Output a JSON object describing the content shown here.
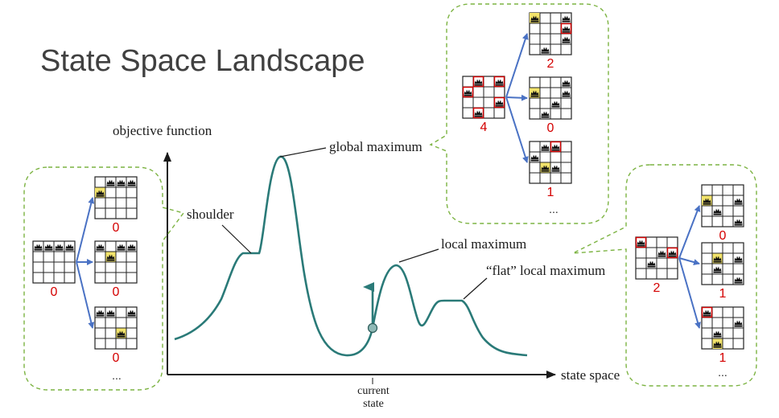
{
  "title": "State Space Landscape",
  "axes": {
    "y_label": "objective function",
    "x_label": "state space",
    "current_state": [
      "current",
      "state"
    ]
  },
  "annotations": {
    "global_maximum": "global maximum",
    "shoulder": "shoulder",
    "local_maximum": "local maximum",
    "flat_local_maximum": "“flat” local maximum"
  },
  "curve": {
    "color": "#2a7a78",
    "type": "line"
  },
  "bubbles": {
    "left": {
      "root": {
        "queens": [
          [
            0,
            0
          ],
          [
            0,
            1
          ],
          [
            0,
            2
          ],
          [
            0,
            3
          ]
        ],
        "score": "0"
      },
      "children": [
        {
          "queens": [
            [
              0,
              1
            ],
            [
              0,
              2
            ],
            [
              0,
              3
            ],
            [
              1,
              0
            ]
          ],
          "yellow": [
            1,
            0
          ],
          "red": [],
          "score": "0"
        },
        {
          "queens": [
            [
              0,
              0
            ],
            [
              0,
              2
            ],
            [
              0,
              3
            ],
            [
              1,
              1
            ]
          ],
          "yellow": [
            1,
            1
          ],
          "red": [],
          "score": "0"
        },
        {
          "queens": [
            [
              0,
              0
            ],
            [
              0,
              1
            ],
            [
              0,
              3
            ],
            [
              2,
              2
            ]
          ],
          "yellow": [
            2,
            2
          ],
          "red": [],
          "score": "0"
        }
      ],
      "more": "..."
    },
    "top": {
      "root": {
        "queens": [
          [
            0,
            1
          ],
          [
            0,
            3
          ],
          [
            1,
            0
          ],
          [
            2,
            3
          ],
          [
            3,
            1
          ]
        ],
        "red": [
          [
            0,
            1
          ],
          [
            0,
            3
          ],
          [
            1,
            0
          ],
          [
            2,
            3
          ],
          [
            3,
            1
          ]
        ],
        "score": "4"
      },
      "children": [
        {
          "queens": [
            [
              0,
              0
            ],
            [
              0,
              3
            ],
            [
              1,
              3
            ],
            [
              2,
              3
            ],
            [
              3,
              1
            ]
          ],
          "yellow": [
            0,
            0
          ],
          "red": [
            [
              1,
              3
            ]
          ],
          "score": "2"
        },
        {
          "queens": [
            [
              0,
              3
            ],
            [
              1,
              0
            ],
            [
              1,
              3
            ],
            [
              2,
              2
            ],
            [
              3,
              1
            ]
          ],
          "yellow": [
            1,
            0
          ],
          "red": [],
          "score": "0"
        },
        {
          "queens": [
            [
              0,
              1
            ],
            [
              0,
              2
            ],
            [
              1,
              0
            ],
            [
              2,
              1
            ],
            [
              2,
              2
            ]
          ],
          "yellow": [
            2,
            1
          ],
          "red": [
            [
              0,
              2
            ]
          ],
          "score": "1"
        }
      ],
      "more": "..."
    },
    "right": {
      "root": {
        "queens": [
          [
            0,
            0
          ],
          [
            1,
            2
          ],
          [
            2,
            1
          ],
          [
            1,
            3
          ]
        ],
        "red": [
          [
            0,
            0
          ],
          [
            1,
            3
          ]
        ],
        "score": "2"
      },
      "children": [
        {
          "queens": [
            [
              1,
              0
            ],
            [
              1,
              3
            ],
            [
              2,
              1
            ],
            [
              3,
              3
            ]
          ],
          "yellow": [
            1,
            0
          ],
          "red": [],
          "score": "0"
        },
        {
          "queens": [
            [
              1,
              1
            ],
            [
              1,
              3
            ],
            [
              2,
              1
            ],
            [
              3,
              3
            ]
          ],
          "yellow": [
            1,
            1
          ],
          "red": [],
          "score": "1"
        },
        {
          "queens": [
            [
              0,
              0
            ],
            [
              1,
              3
            ],
            [
              2,
              1
            ],
            [
              3,
              1
            ]
          ],
          "yellow": [
            3,
            1
          ],
          "red": [
            [
              0,
              0
            ]
          ],
          "score": "1"
        }
      ],
      "more": "..."
    }
  }
}
